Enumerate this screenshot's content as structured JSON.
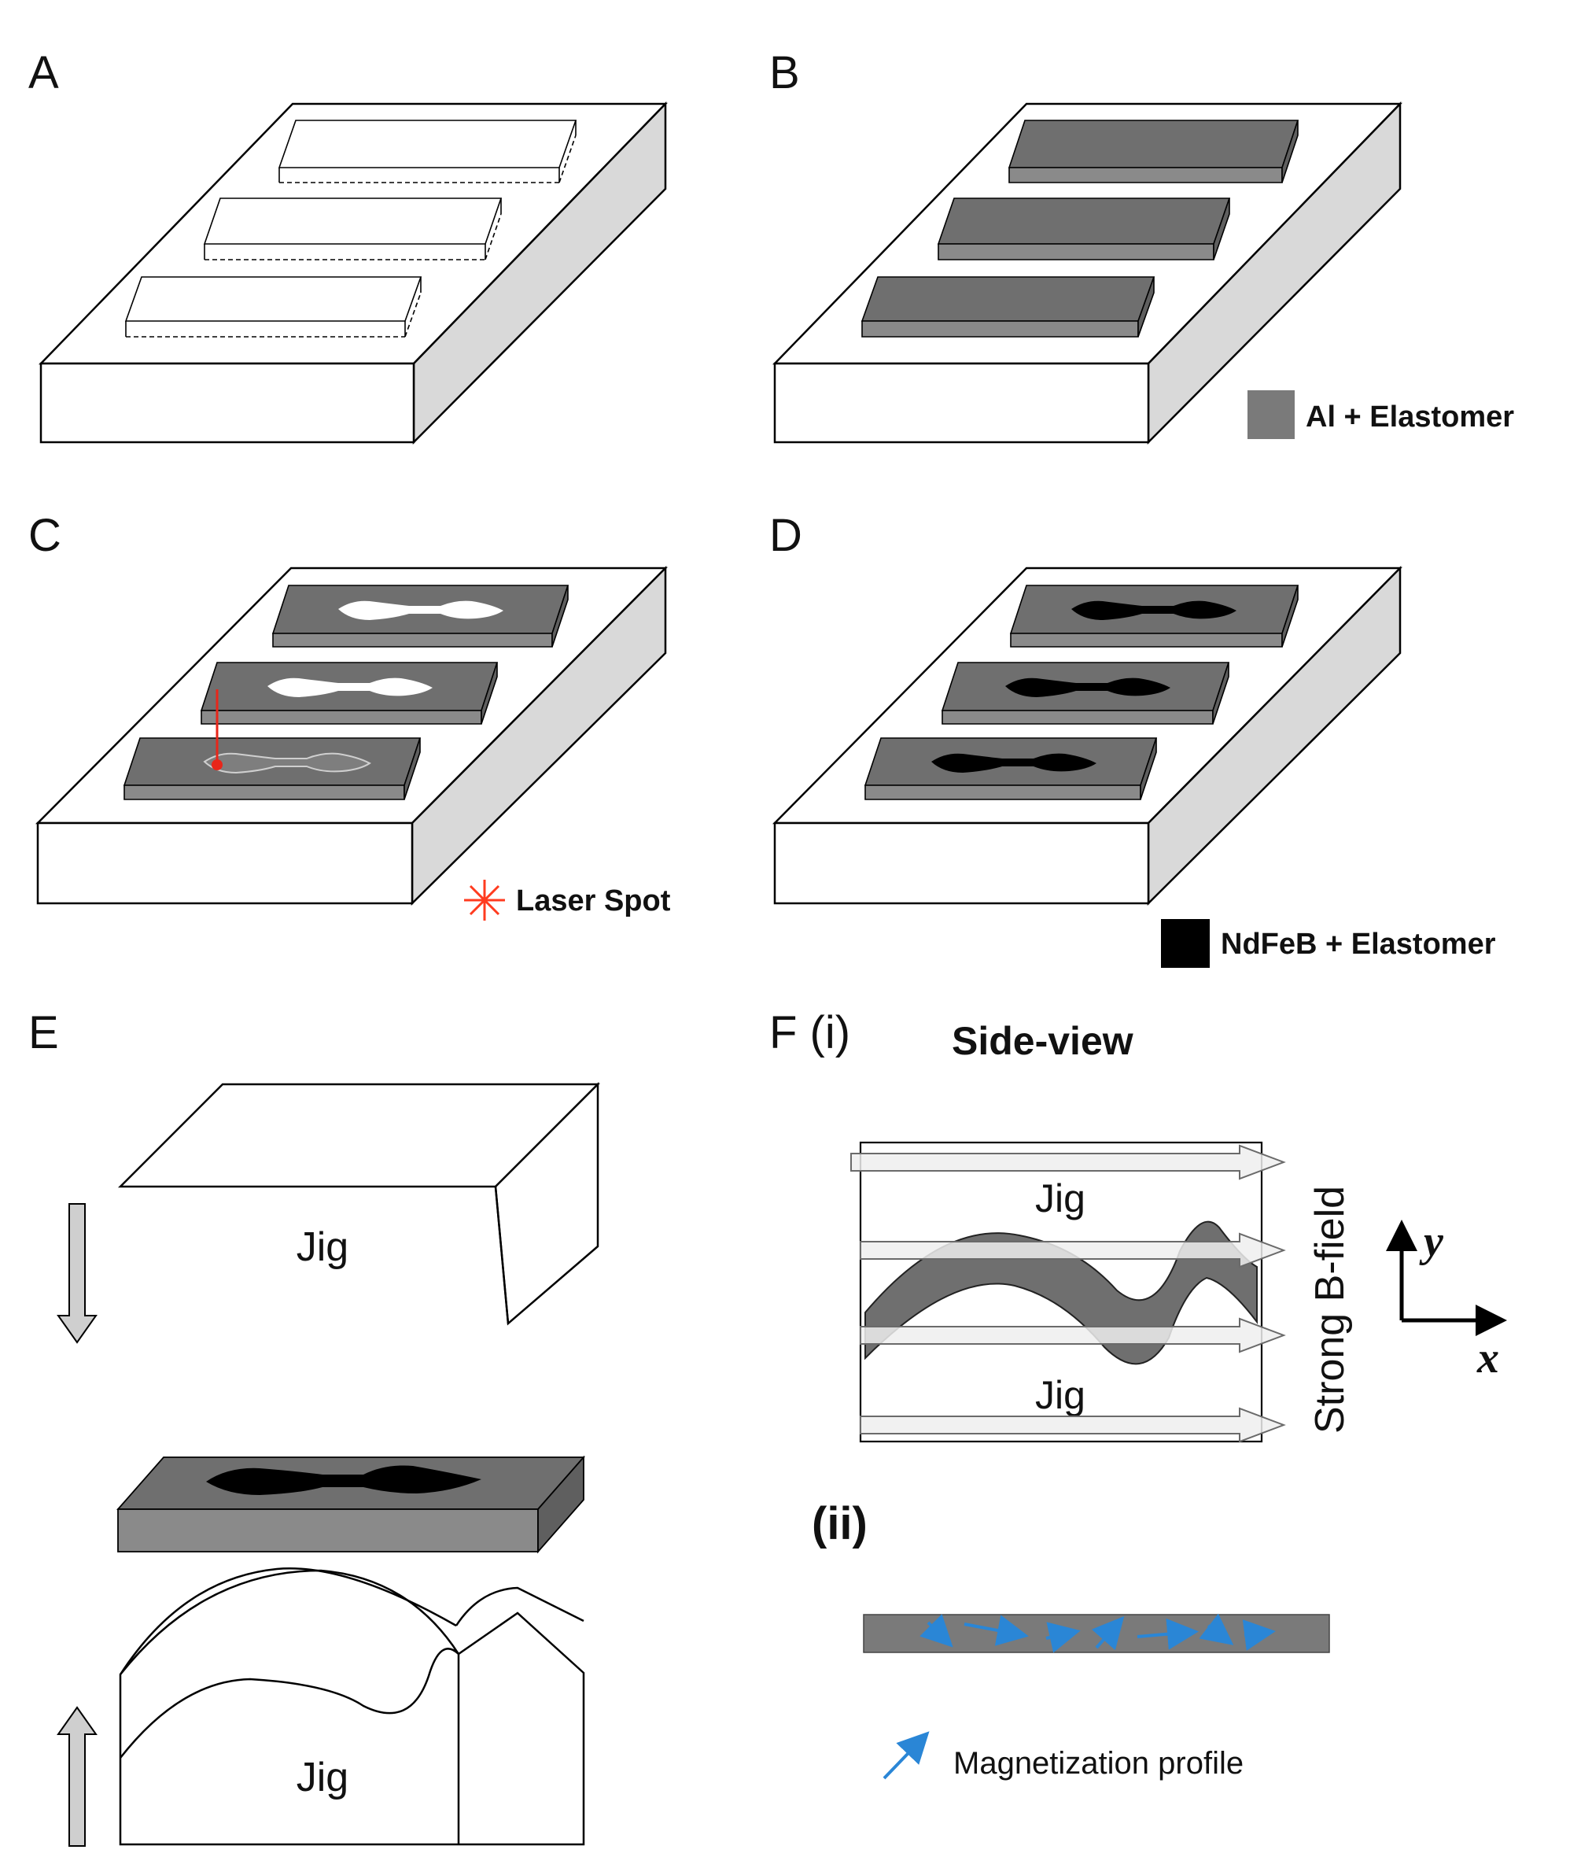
{
  "panels": {
    "a": "A",
    "b": "B",
    "c": "C",
    "d": "D",
    "e": "E",
    "f": "F (i)",
    "f_ii": "(ii)"
  },
  "legend": {
    "al_elastomer": "Al + Elastomer",
    "laser_spot": "Laser Spot",
    "ndfeb_elastomer": "NdFeB + Elastomer",
    "magnetization": "Magnetization profile"
  },
  "panel_e": {
    "jig_top": "Jig",
    "jig_bottom": "Jig"
  },
  "panel_f": {
    "title": "Side-view",
    "jig_top": "Jig",
    "jig_bottom": "Jig",
    "field_label": "Strong B-field",
    "axis_y": "y",
    "axis_x": "x"
  },
  "colors": {
    "al_elastomer": "#7a7a7a",
    "ndfeb": "#000000",
    "laser": "#ff3b1f",
    "magnetization_arrow": "#2a86d6",
    "block_side": "#d9d9d9"
  }
}
